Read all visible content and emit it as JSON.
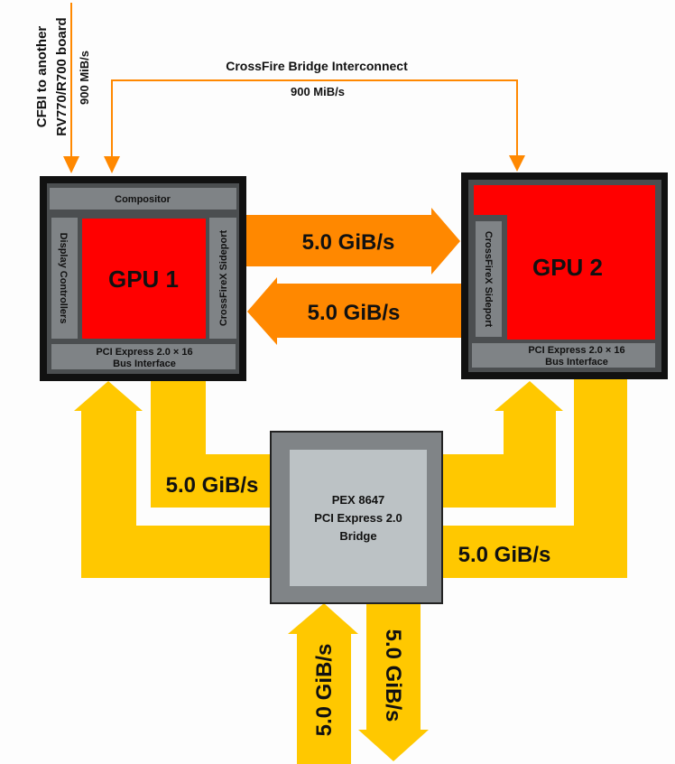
{
  "colors": {
    "crossfire_orange": "#ff8800",
    "pcie_yellow": "#ffc800",
    "gpu_red": "#ff0000",
    "block_gray": "#7f8386",
    "frame_dark": "#4b4e50",
    "bridge_inner": "#bcc2c5"
  },
  "cfbi": {
    "line1": "CFBI to another",
    "line2": "RV770/R700 board",
    "speed": "900 MiB/s"
  },
  "bridge_interconnect": {
    "title": "CrossFire Bridge Interconnect",
    "speed": "900 MiB/s"
  },
  "gpu1": {
    "label": "GPU 1",
    "compositor": "Compositor",
    "display": "Display Controllers",
    "sideport": "CrossFireX Sideport",
    "bus_line1": "PCI Express 2.0 × 16",
    "bus_line2": "Bus Interface"
  },
  "gpu2": {
    "label": "GPU 2",
    "sideport": "CrossFireX Sideport",
    "bus_line1": "PCI Express 2.0 × 16",
    "bus_line2": "Bus Interface"
  },
  "sideport_links": {
    "to_gpu2": "5.0 GiB/s",
    "to_gpu1": "5.0 GiB/s"
  },
  "bridge": {
    "line1": "PEX 8647",
    "line2": "PCI Express 2.0",
    "line3": "Bridge"
  },
  "pcie_links": {
    "gpu1": "5.0 GiB/s",
    "gpu2": "5.0 GiB/s",
    "host_up": "5.0 GiB/s",
    "host_down": "5.0 GiB/s"
  }
}
